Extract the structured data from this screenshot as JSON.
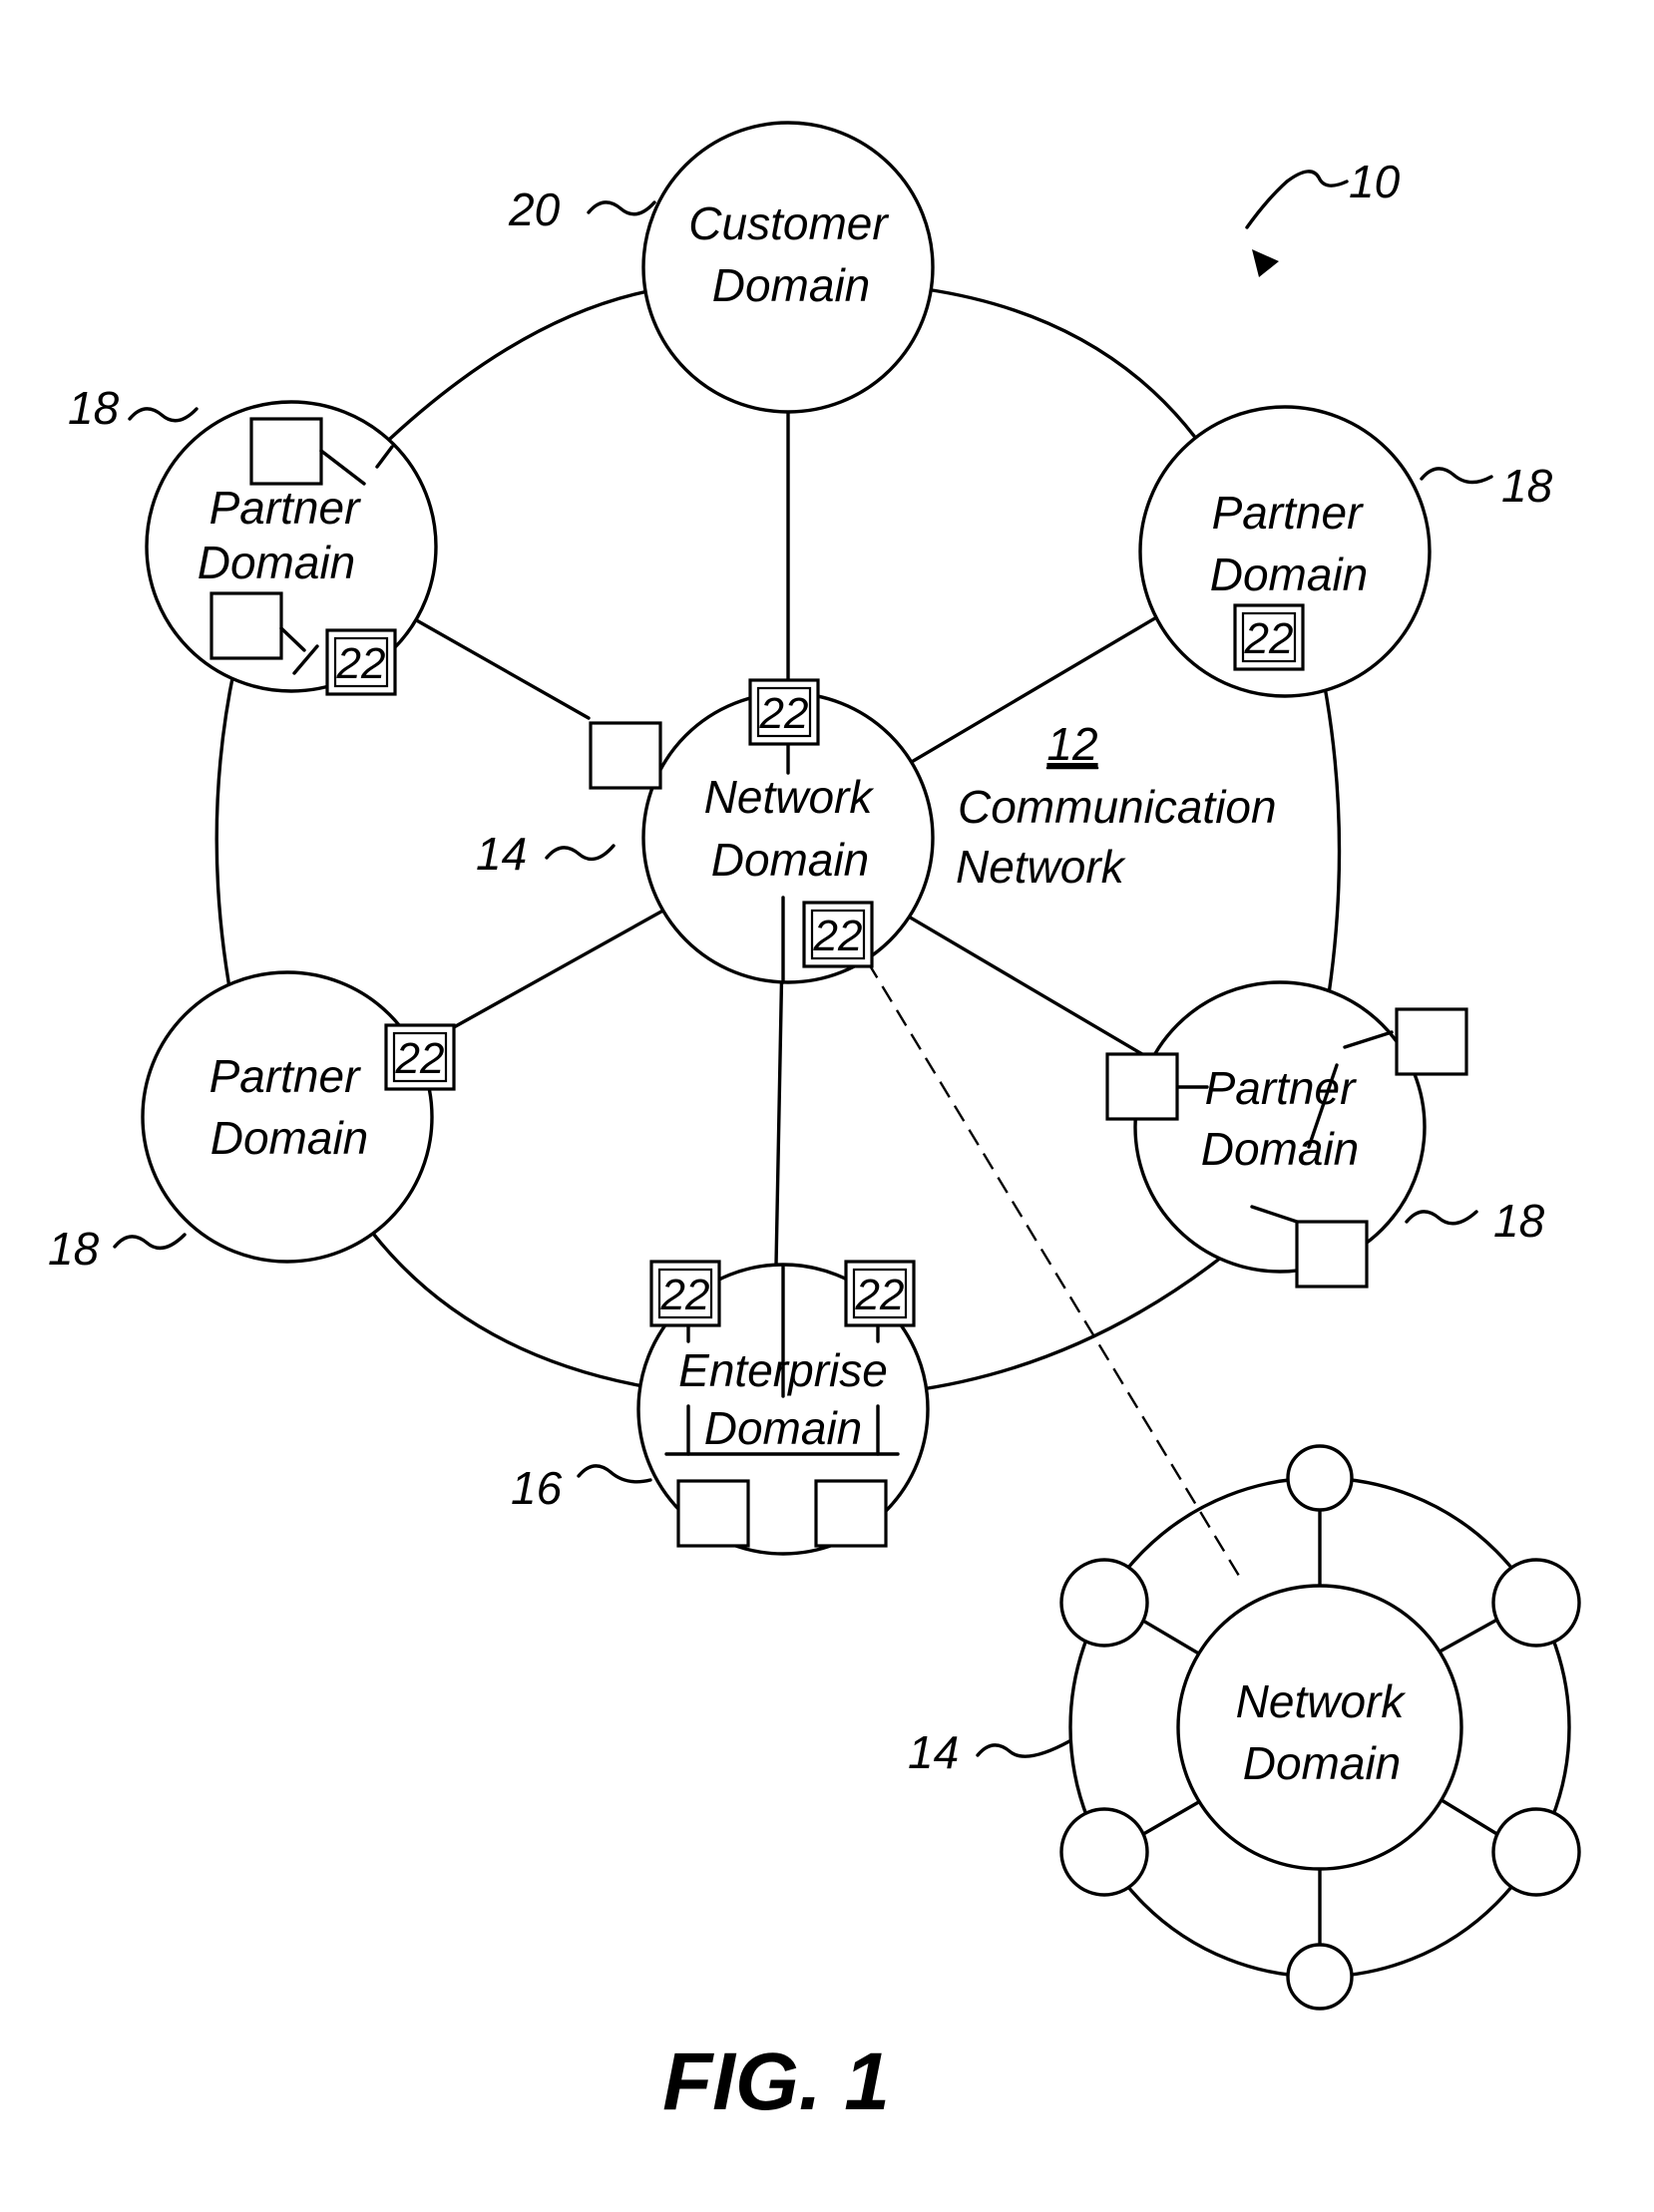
{
  "figure": {
    "caption": "FIG. 1",
    "system_ref": "10",
    "communication_network": {
      "ref": "12",
      "label_line1": "Communication",
      "label_line2": "Network"
    },
    "customer_domain": {
      "ref": "20",
      "line1": "Customer",
      "line2": "Domain"
    },
    "network_domain": {
      "ref": "14",
      "line1": "Network",
      "line2": "Domain"
    },
    "partner_domain": {
      "ref": "18",
      "line1": "Partner",
      "line2": "Domain"
    },
    "enterprise_domain": {
      "ref": "16",
      "line1": "Enterprise",
      "line2": "Domain"
    },
    "element_ref": "22",
    "detail_network_domain": {
      "ref": "14",
      "line1": "Network",
      "line2": "Domain"
    }
  }
}
